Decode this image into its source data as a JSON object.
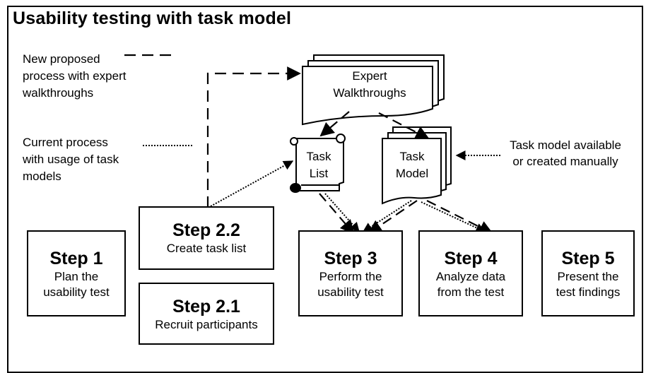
{
  "title": "Usability testing with task model",
  "legend": {
    "new_process": [
      "New proposed",
      "process with expert",
      "walkthroughs"
    ],
    "current_process": [
      "Current process",
      "with usage of task",
      "models"
    ]
  },
  "docs": {
    "expert": [
      "Expert",
      "Walkthroughs"
    ],
    "task_list": [
      "Task",
      "List"
    ],
    "task_model": [
      "Task",
      "Model"
    ]
  },
  "note": [
    "Task model available",
    "or created manually"
  ],
  "steps": {
    "step1": {
      "title": "Step 1",
      "desc": [
        "Plan the",
        "usability test"
      ]
    },
    "step22": {
      "title": "Step 2.2",
      "desc": [
        "Create task list"
      ]
    },
    "step21": {
      "title": "Step 2.1",
      "desc": [
        "Recruit participants"
      ]
    },
    "step3": {
      "title": "Step 3",
      "desc": [
        "Perform the",
        "usability test"
      ]
    },
    "step4": {
      "title": "Step 4",
      "desc": [
        "Analyze data",
        "from the test"
      ]
    },
    "step5": {
      "title": "Step 5",
      "desc": [
        "Present the",
        "test findings"
      ]
    }
  }
}
